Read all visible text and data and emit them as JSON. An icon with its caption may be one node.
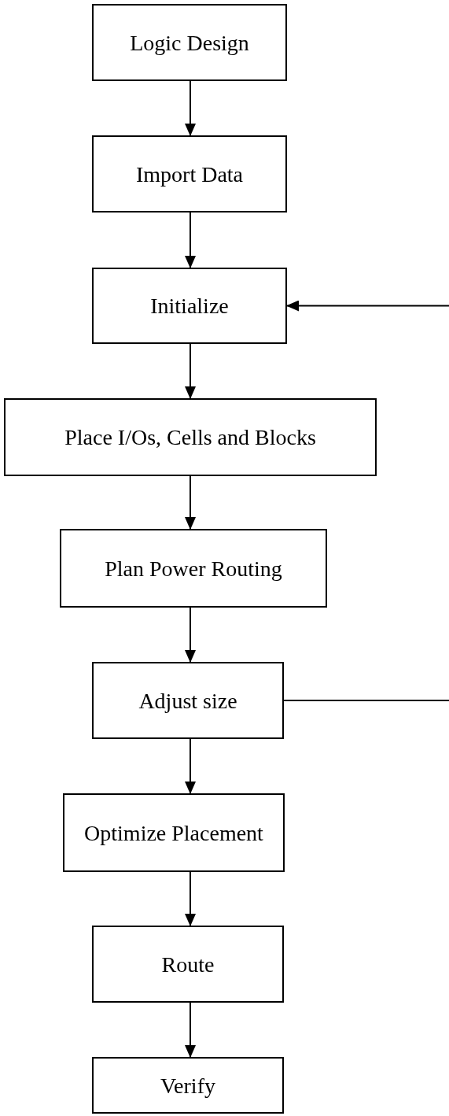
{
  "diagram": {
    "nodes": [
      {
        "text": [
          "Logic Design"
        ]
      },
      {
        "text": [
          "Import Data"
        ]
      },
      {
        "text": [
          "Initialize"
        ]
      },
      {
        "text": [
          "Place I/Os, Cells and Blocks"
        ]
      },
      {
        "text": [
          "Plan Power Routing"
        ]
      },
      {
        "text": [
          "Adjust size"
        ]
      },
      {
        "text": [
          "Optimize Placement"
        ]
      },
      {
        "text": [
          "Route"
        ]
      },
      {
        "text": [
          "Verify"
        ]
      }
    ],
    "edges": [
      {
        "from": 0,
        "to": 1,
        "arrow": "to"
      },
      {
        "from": 1,
        "to": 2,
        "arrow": "to"
      },
      {
        "from": 2,
        "to": 3,
        "arrow": "to"
      },
      {
        "from": 3,
        "to": 4,
        "arrow": "to"
      },
      {
        "from": 4,
        "to": 5,
        "arrow": "to"
      },
      {
        "from": 5,
        "to": 6,
        "arrow": "to"
      },
      {
        "from": 6,
        "to": 7,
        "arrow": "to"
      },
      {
        "from": 7,
        "to": 8,
        "arrow": "to"
      },
      {
        "from": 5,
        "to": null,
        "arrow": "none"
      },
      {
        "from": null,
        "to": 2,
        "arrow": "to"
      }
    ]
  }
}
